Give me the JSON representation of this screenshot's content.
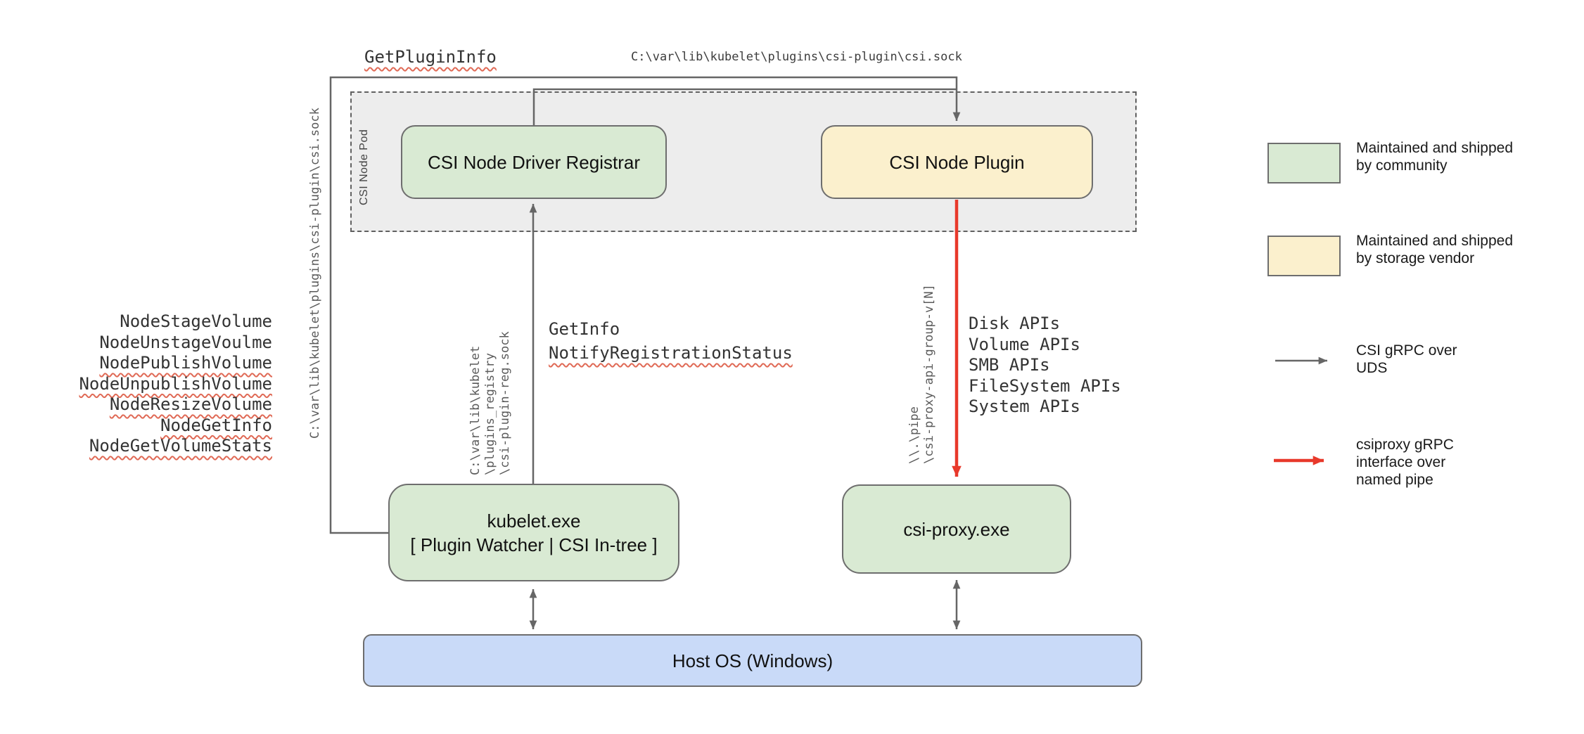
{
  "nodes": {
    "pod_label": "CSI Node Pod",
    "registrar_label": "CSI Node Driver Registrar",
    "plugin_label": "CSI Node Plugin",
    "kubelet_label_line1": "kubelet.exe",
    "kubelet_label_line2": "[ Plugin Watcher | CSI In-tree ]",
    "csi_proxy_label": "csi-proxy.exe",
    "host_os_label": "Host OS (Windows)"
  },
  "edge_labels": {
    "get_plugin_info": "GetPluginInfo",
    "csi_sock_path_top": "C:\\var\\lib\\kubelet\\plugins\\csi-plugin\\csi.sock",
    "csi_sock_path_vertical": "C:\\var\\lib\\kubelet\\plugins\\csi-plugin\\csi.sock",
    "node_calls": [
      "NodeStageVolume",
      "NodeUnstageVoulme",
      "NodePublishVolume",
      "NodeUnpublishVolume",
      "NodeResizeVolume",
      "NodeGetInfo",
      "NodeGetVolumeStats"
    ],
    "registry_sock_path_lines": [
      "C:\\var\\lib\\kubelet",
      "\\plugins_registry",
      "\\csi-plugin-reg.sock"
    ],
    "get_info": "GetInfo",
    "notify_registration_status": "NotifyRegistrationStatus",
    "named_pipe_lines": [
      "\\\\.\\pipe",
      "\\csi-proxy-api-group-v[N]"
    ],
    "proxy_apis": [
      "Disk APIs",
      "Volume APIs",
      "SMB APIs",
      "FileSystem APIs",
      "System APIs"
    ]
  },
  "legend": {
    "community": {
      "line1": "Maintained and shipped",
      "line2": "by community"
    },
    "vendor": {
      "line1": "Maintained and shipped",
      "line2": "by storage vendor"
    },
    "uds": {
      "line1": "CSI gRPC over",
      "line2": "UDS"
    },
    "pipe": {
      "line1": "csiproxy gRPC",
      "line2": "interface over",
      "line3": "named pipe"
    }
  },
  "colors": {
    "community_green": "#d9ead3",
    "vendor_yellow": "#fbf0cd",
    "host_blue": "#c9daf8",
    "pod_gray": "#ededed",
    "edge_gray": "#666666",
    "edge_red": "#e8392b",
    "squiggle_red": "#e06a56"
  }
}
